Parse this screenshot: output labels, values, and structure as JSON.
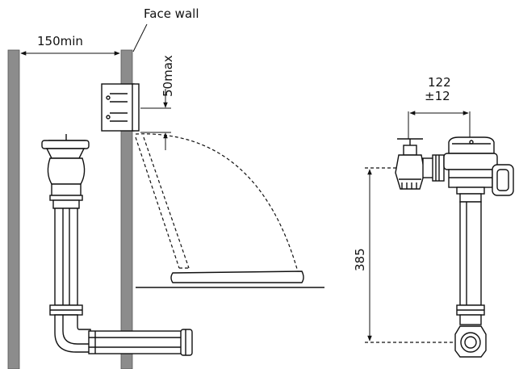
{
  "labels": {
    "face_wall": "Face wall",
    "min_distance": "150min",
    "max_offset": "50max",
    "centre_distance_value": "122",
    "centre_distance_tolerance": "±12",
    "height": "385"
  },
  "colors": {
    "wall": "#8c8c8c",
    "line": "#111111",
    "background": "#ffffff"
  }
}
